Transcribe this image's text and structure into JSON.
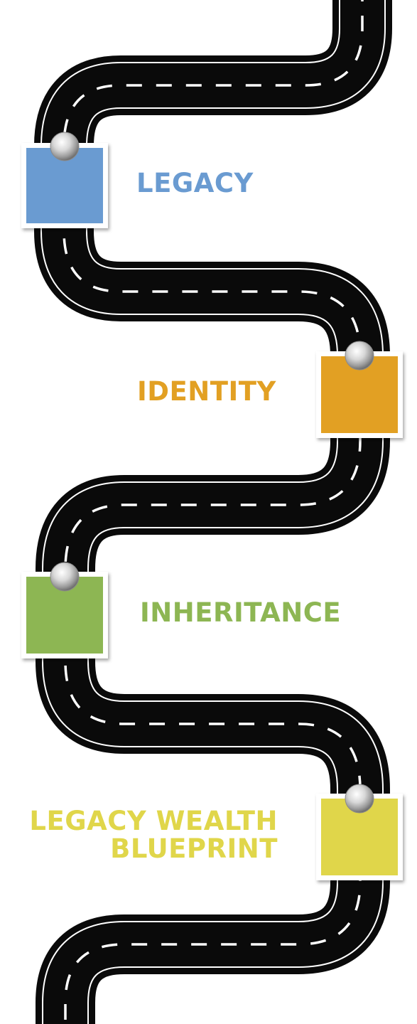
{
  "steps": [
    {
      "label": "LEGACY",
      "color": "#6A9BD1"
    },
    {
      "label": "IDENTITY",
      "color": "#E2A023"
    },
    {
      "label": "INHERITANCE",
      "color": "#8DB653"
    },
    {
      "label_lines": [
        "LEGACY WEALTH",
        "BLUEPRINT"
      ],
      "color": "#E0D64A"
    }
  ],
  "road": {
    "asphalt_color": "#0a0a0a",
    "line_color": "#ffffff"
  }
}
